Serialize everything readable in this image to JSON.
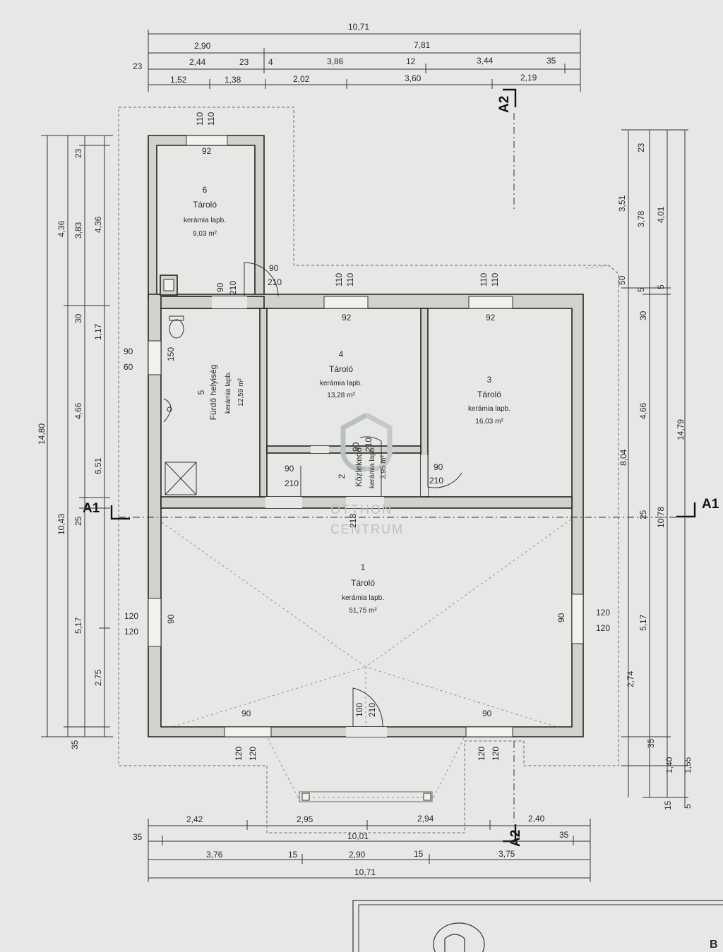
{
  "dimensions_top": {
    "overall": "10,71",
    "row1": [
      "2,90",
      "7,81"
    ],
    "row2": [
      "23",
      "2,44",
      "23",
      "4",
      "3,86",
      "12",
      "3,44",
      "35"
    ],
    "row3": [
      "1,52",
      "1,38",
      "2,02",
      "3,60",
      "2,19"
    ]
  },
  "dimensions_left": {
    "overall": "14,80",
    "row1": [
      "4,36",
      "10,43",
      "35"
    ],
    "row2": [
      "23",
      "3,83",
      "30",
      "4,66",
      "25",
      "5,17"
    ],
    "row3": [
      "4,36",
      "1,17",
      "6,51",
      "2,75"
    ]
  },
  "dimensions_right": {
    "overall": "14,79",
    "row1": [
      "23",
      "4,01",
      "10,78",
      "5"
    ],
    "row2": [
      "3,78",
      "30",
      "4,66",
      "25",
      "5,17",
      "35",
      "15"
    ],
    "row3": [
      "3,51",
      "50",
      "5",
      "8,04",
      "2,74",
      "1,40",
      "1,55",
      "5"
    ]
  },
  "dimensions_bottom": {
    "overall": "10,71",
    "row1": [
      "2,42",
      "2,95",
      "2,94",
      "2,40"
    ],
    "row2": [
      "35",
      "10,01",
      "35"
    ],
    "row3": [
      "3,76",
      "15",
      "2,90",
      "15",
      "3,75"
    ]
  },
  "rooms": [
    {
      "number": "1",
      "name": "Tároló",
      "floor": "kerámia lapb.",
      "area": "51,75 m²"
    },
    {
      "number": "2",
      "name": "Közlekedő",
      "floor": "kerámia lapb.",
      "area": "3,95 m²"
    },
    {
      "number": "3",
      "name": "Tároló",
      "floor": "kerámia lapb.",
      "area": "16,03 m²"
    },
    {
      "number": "4",
      "name": "Tároló",
      "floor": "kerámia lapb.",
      "area": "13,28 m²"
    },
    {
      "number": "5",
      "name": "Fürdő helyiség",
      "floor": "kerámia lapb.",
      "area": "12,59 m²"
    },
    {
      "number": "6",
      "name": "Tároló",
      "floor": "kerámia lapb.",
      "area": "9,03 m²"
    }
  ],
  "openings": {
    "win6_top": [
      "110",
      "110",
      "92"
    ],
    "door6": [
      "90",
      "210"
    ],
    "door5_top": [
      "90",
      "210"
    ],
    "win4_top": [
      "110",
      "110",
      "92"
    ],
    "win3_top": [
      "110",
      "110",
      "92"
    ],
    "win5_left": [
      "90",
      "60",
      "150"
    ],
    "door5": [
      "90",
      "210"
    ],
    "door2": [
      "90",
      "210"
    ],
    "door2_side": "218",
    "door3": [
      "90",
      "210"
    ],
    "win1_left": [
      "120",
      "120",
      "90"
    ],
    "win1_right": [
      "120",
      "120",
      "90"
    ],
    "win_bottom_left": [
      "90",
      "120",
      "120"
    ],
    "entrance": [
      "100",
      "210"
    ],
    "win_bottom_right": [
      "90",
      "120",
      "120"
    ]
  },
  "sections": {
    "a1": "A1",
    "a2": "A2"
  },
  "watermark": {
    "line1": "OTTHON",
    "line2": "CENTRUM"
  },
  "title_block": {
    "letter": "B"
  },
  "colors": {
    "paper": "#e7e8e5",
    "wall_fill": "#d2d2cc",
    "ink": "#222222"
  }
}
